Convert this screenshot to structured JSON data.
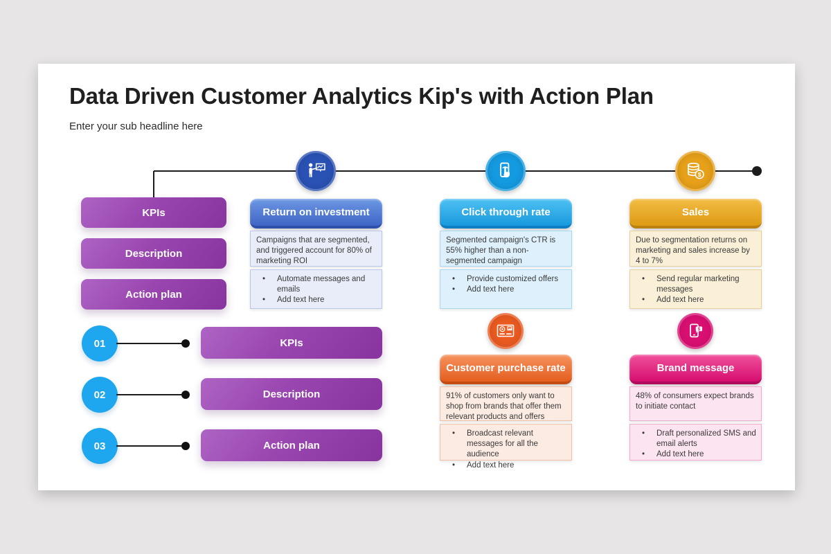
{
  "slide": {
    "title": "Data Driven Customer Analytics Kip's with Action Plan",
    "subtitle": "Enter your sub headline here",
    "background_color": "#e7e5e5",
    "surface_color": "#ffffff",
    "connector_color": "#1c1c1c"
  },
  "legend": {
    "button_color": "#9a46b0",
    "items": [
      {
        "label": "KPIs"
      },
      {
        "label": "Description"
      },
      {
        "label": "Action plan"
      }
    ]
  },
  "steps": {
    "circle_color": "#1ea6ee",
    "items": [
      {
        "number": "01",
        "label": "KPIs"
      },
      {
        "number": "02",
        "label": "Description"
      },
      {
        "number": "03",
        "label": "Action plan"
      }
    ]
  },
  "cards": [
    {
      "title": "Return on investment",
      "icon": "presenter-chart-icon",
      "description": "Campaigns that are segmented, and triggered account for 80% of marketing ROI",
      "bullets": [
        "Automate messages and emails",
        "Add text here"
      ],
      "colors": {
        "header": "#3f66c6",
        "icon_bg": "#2a52b5",
        "body_bg": "#e9edf9",
        "border": "#b9c7ea"
      }
    },
    {
      "title": "Click through rate",
      "icon": "phone-tap-icon",
      "description": "Segmented campaign's CTR is 55% higher than a non-segmented campaign",
      "bullets": [
        "Provide customized offers",
        "Add text here"
      ],
      "colors": {
        "header": "#189ade",
        "icon_bg": "#149ae0",
        "body_bg": "#ddf0fb",
        "border": "#a8d9f2"
      }
    },
    {
      "title": "Sales",
      "icon": "coins-icon",
      "description": "Due to segmentation returns on marketing and sales increase by 4 to 7%",
      "bullets": [
        "Send regular marketing messages",
        "Add text here"
      ],
      "colors": {
        "header": "#de9b14",
        "icon_bg": "#e6a019",
        "body_bg": "#faf0d7",
        "border": "#e7d09b"
      }
    },
    {
      "title": "Customer purchase rate",
      "icon": "video-ad-icon",
      "description": "91% of customers only want to shop from brands that offer them relevant products and offers",
      "bullets": [
        "Broadcast relevant messages for all the audience",
        "Add text here"
      ],
      "colors": {
        "header": "#e45e1f",
        "icon_bg": "#ea5a21",
        "body_bg": "#fcebe2",
        "border": "#f2c0a5"
      }
    },
    {
      "title": "Brand message",
      "icon": "phone-message-icon",
      "description": "48% of consumers expect brands to initiate contact",
      "bullets": [
        "Draft personalized SMS and email alerts",
        "Add text here"
      ],
      "colors": {
        "header": "#d60e6e",
        "icon_bg": "#da0f72",
        "body_bg": "#fce4f0",
        "border": "#f2abce"
      }
    }
  ]
}
